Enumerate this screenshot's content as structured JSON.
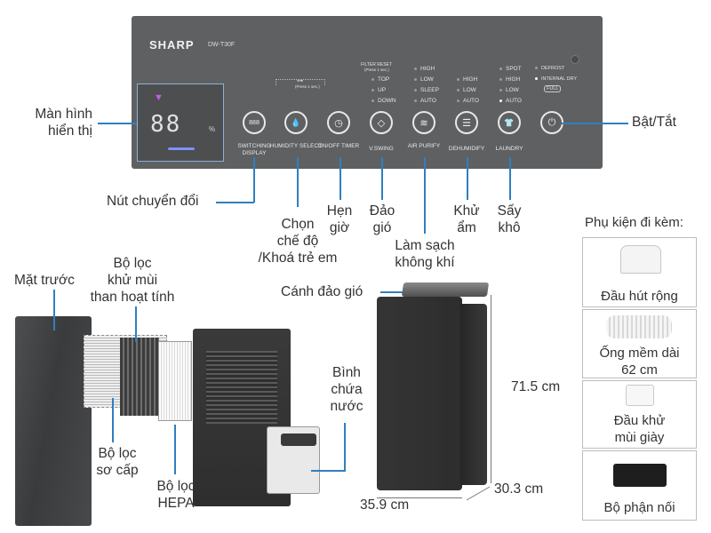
{
  "panel": {
    "brand": "SHARP",
    "model": "DW-T30F",
    "lcd_digits": "88",
    "lcd_percent": "%",
    "lock_symbol": "⊶",
    "lock_hint": "(Press 1 sec.)",
    "filter_reset": "FILTER RESET",
    "filter_reset_hint": "(Press 1 sec.)",
    "buttons": [
      {
        "name": "switching-display",
        "label": "SWITCHING DISPLAY",
        "glyph": "888"
      },
      {
        "name": "humidity-select",
        "label": "HUMIDITY SELECT",
        "glyph": "💧"
      },
      {
        "name": "on-off-timer",
        "label": "ON/OFF TIMER",
        "glyph": "◷"
      },
      {
        "name": "v-swing",
        "label": "V.SWING",
        "glyph": "◇"
      },
      {
        "name": "air-purify",
        "label": "AIR PURIFY",
        "glyph": "≋"
      },
      {
        "name": "dehumidify",
        "label": "DEHUMIDIFY",
        "glyph": "☰"
      },
      {
        "name": "laundry",
        "label": "LAUNDRY",
        "glyph": "👕"
      },
      {
        "name": "power",
        "label": "",
        "glyph": "⏻"
      }
    ],
    "vswing_options": [
      "TOP",
      "UP",
      "DOWN"
    ],
    "purify_options": [
      "HIGH",
      "LOW",
      "SLEEP",
      "AUTO"
    ],
    "dehumidify_options": [
      "HIGH",
      "LOW",
      "AUTO"
    ],
    "laundry_options": [
      "SPOT",
      "HIGH",
      "LOW",
      "AUTO"
    ],
    "status_options": [
      "DEFROST",
      "INTERNAL DRY",
      "FULL"
    ]
  },
  "callouts": {
    "display": "Màn hình\nhiển thị",
    "power": "Bật/Tắt",
    "switch": "Nút chuyển đổi",
    "mode": "Chọn\nchế độ\n/Khoá trẻ em",
    "timer": "Hẹn\ngiờ",
    "swing": "Đảo\ngió",
    "purify": "Làm sạch\nkhông khí",
    "dehumid": "Khử\nẩm",
    "dry": "Sấy\nkhô"
  },
  "parts": {
    "front": "Mặt trước",
    "carbon": "Bộ lọc\nkhử mùi\nthan hoạt tính",
    "pre": "Bộ lọc\nsơ cấp",
    "hepa": "Bộ lọc\nHEPA",
    "tank": "Bình\nchứa\nnước",
    "louver": "Cánh đảo gió"
  },
  "dimensions": {
    "height": "71.5 cm",
    "width": "35.9 cm",
    "depth": "30.3 cm"
  },
  "accessories": {
    "title": "Phụ kiện đi kèm:",
    "items": [
      "Đầu hút rộng",
      "Ống mềm dài\n62 cm",
      "Đầu khử\nmùi giày",
      "Bộ phận nối"
    ]
  }
}
